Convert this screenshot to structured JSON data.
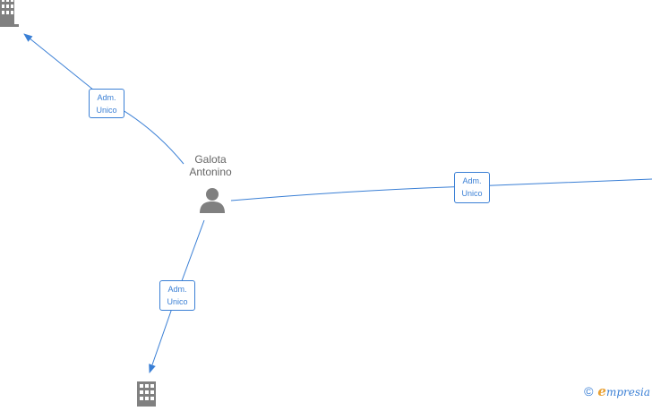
{
  "diagram": {
    "person": {
      "name_line1": "Galota",
      "name_line2": "Antonino",
      "icon": "person-icon"
    },
    "companies": [
      {
        "icon": "building-icon"
      },
      {
        "icon": "building-icon"
      }
    ],
    "relations": [
      {
        "line1": "Adm.",
        "line2": "Unico"
      },
      {
        "line1": "Adm.",
        "line2": "Unico"
      },
      {
        "line1": "Adm.",
        "line2": "Unico"
      }
    ]
  },
  "colors": {
    "edge": "#3a7fd5",
    "icon": "#808080",
    "text": "#666666",
    "brand_accent": "#e8a033"
  },
  "watermark": {
    "symbol": "©",
    "brand_first": "e",
    "brand_rest": "mpresia"
  }
}
